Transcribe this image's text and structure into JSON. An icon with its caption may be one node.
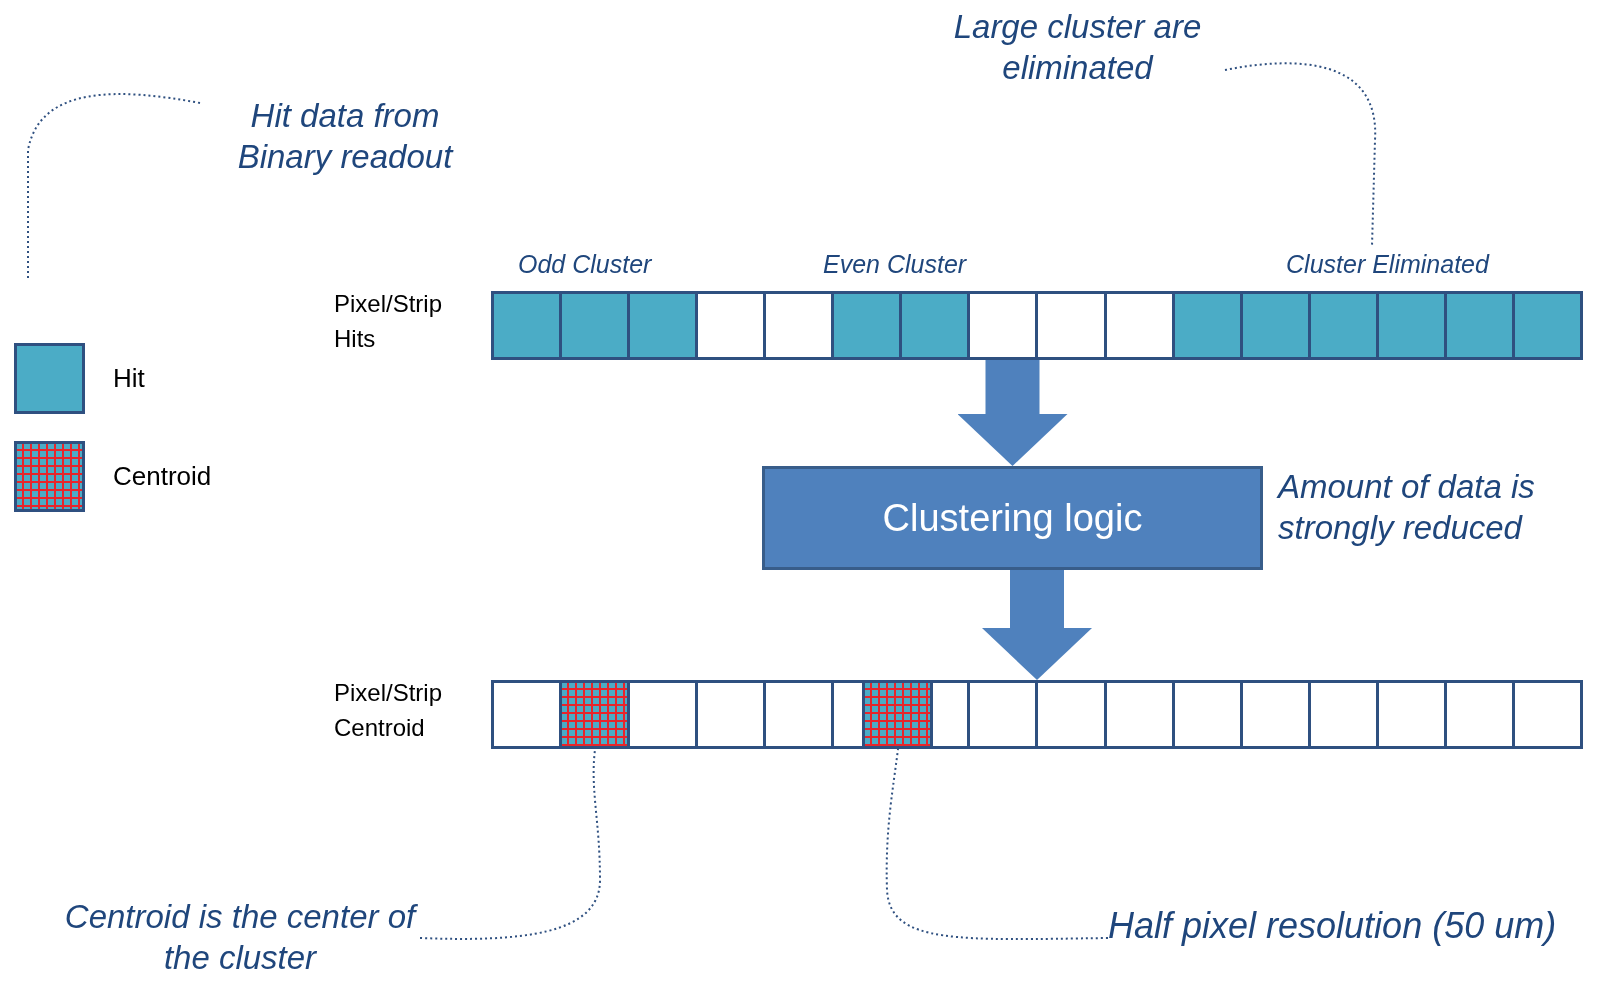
{
  "diagram": {
    "nodes": [
      {
        "text": [
          "Hit data from Binary readout"
        ]
      },
      {
        "text": [
          "Large cluster are eliminated"
        ]
      },
      {
        "text": [
          "Cluster Eliminated"
        ]
      },
      {
        "text": [],
        "shape": "bar",
        "beside": [
          "Pixel/Strip Hits"
        ]
      },
      {
        "text": [
          "Clustering logic"
        ]
      },
      {
        "text": [],
        "shape": "bar",
        "beside": [
          "Pixel/Strip Centroid"
        ]
      },
      {
        "text": [],
        "shape": "box",
        "in": 5
      },
      {
        "text": [],
        "shape": "box",
        "in": 5
      },
      {
        "text": [
          "Centroid is the center of the cluster"
        ]
      },
      {
        "text": [
          "Half pixel resolution (50 um)"
        ]
      }
    ],
    "edges": [
      {
        "from": 0,
        "to": null,
        "arrow": "none",
        "style": "dashed"
      },
      {
        "from": 1,
        "to": 2,
        "arrow": "none",
        "style": "dashed"
      },
      {
        "from": 3,
        "to": 4,
        "arrow": "to",
        "style": "thick"
      },
      {
        "from": 4,
        "to": 5,
        "arrow": "to",
        "style": "thick"
      },
      {
        "from": 8,
        "to": 6,
        "arrow": "none",
        "style": "dashed"
      },
      {
        "from": 9,
        "to": 7,
        "arrow": "none",
        "style": "dashed"
      }
    ],
    "labels": [
      "Odd Cluster",
      "Even Cluster",
      "Amount of data is strongly reduced"
    ],
    "legend": [
      {
        "text": "Hit",
        "color": "#4bacc6"
      },
      {
        "text": "Centroid"
      }
    ]
  }
}
